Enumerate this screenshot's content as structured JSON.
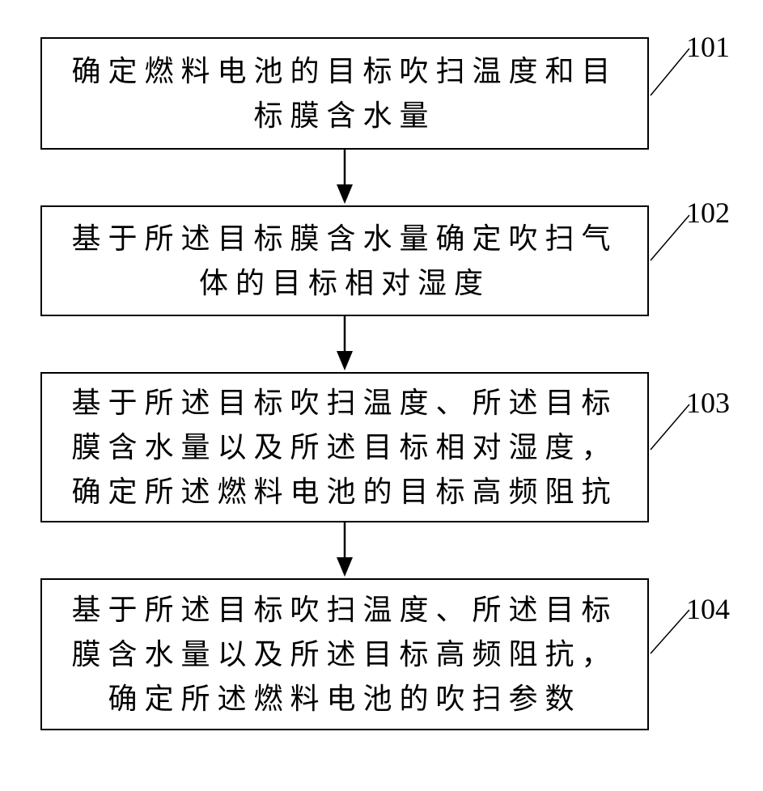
{
  "steps": [
    {
      "id": "101",
      "lines": [
        "确定燃料电池的目标吹扫温度和目",
        "标膜含水量"
      ]
    },
    {
      "id": "102",
      "lines": [
        "基于所述目标膜含水量确定吹扫气",
        "体的目标相对湿度"
      ]
    },
    {
      "id": "103",
      "lines": [
        "基于所述目标吹扫温度、所述目标",
        "膜含水量以及所述目标相对湿度，",
        "确定所述燃料电池的目标高频阻抗"
      ]
    },
    {
      "id": "104",
      "lines": [
        "基于所述目标吹扫温度、所述目标",
        "膜含水量以及所述目标高频阻抗，",
        "确定所述燃料电池的吹扫参数"
      ]
    }
  ]
}
